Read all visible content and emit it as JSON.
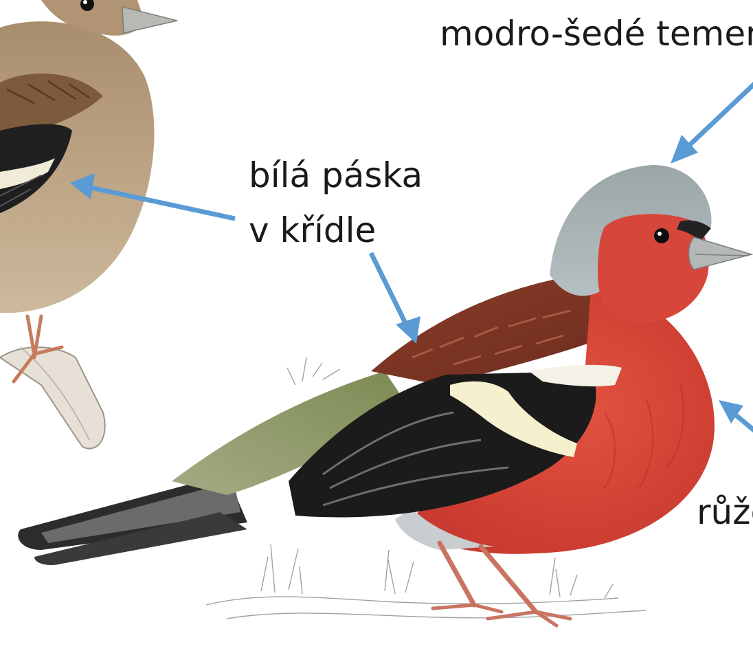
{
  "labels": {
    "crown": "modro-šedé temeno",
    "wing_band_line1": "bílá páska",
    "wing_band_line2": "v křídle",
    "breast": "růžová hruď"
  },
  "colors": {
    "arrow": "#5b9bd5",
    "male_breast": "#d9473a",
    "male_crown": "#a3afb3",
    "male_back": "#7e3526",
    "female_body": "#b99e7e",
    "wing_black": "#1c1c1c",
    "wing_band": "#f5efd0",
    "rump_green": "#8b9a62"
  },
  "icons": {
    "arrow": "arrow-icon"
  }
}
